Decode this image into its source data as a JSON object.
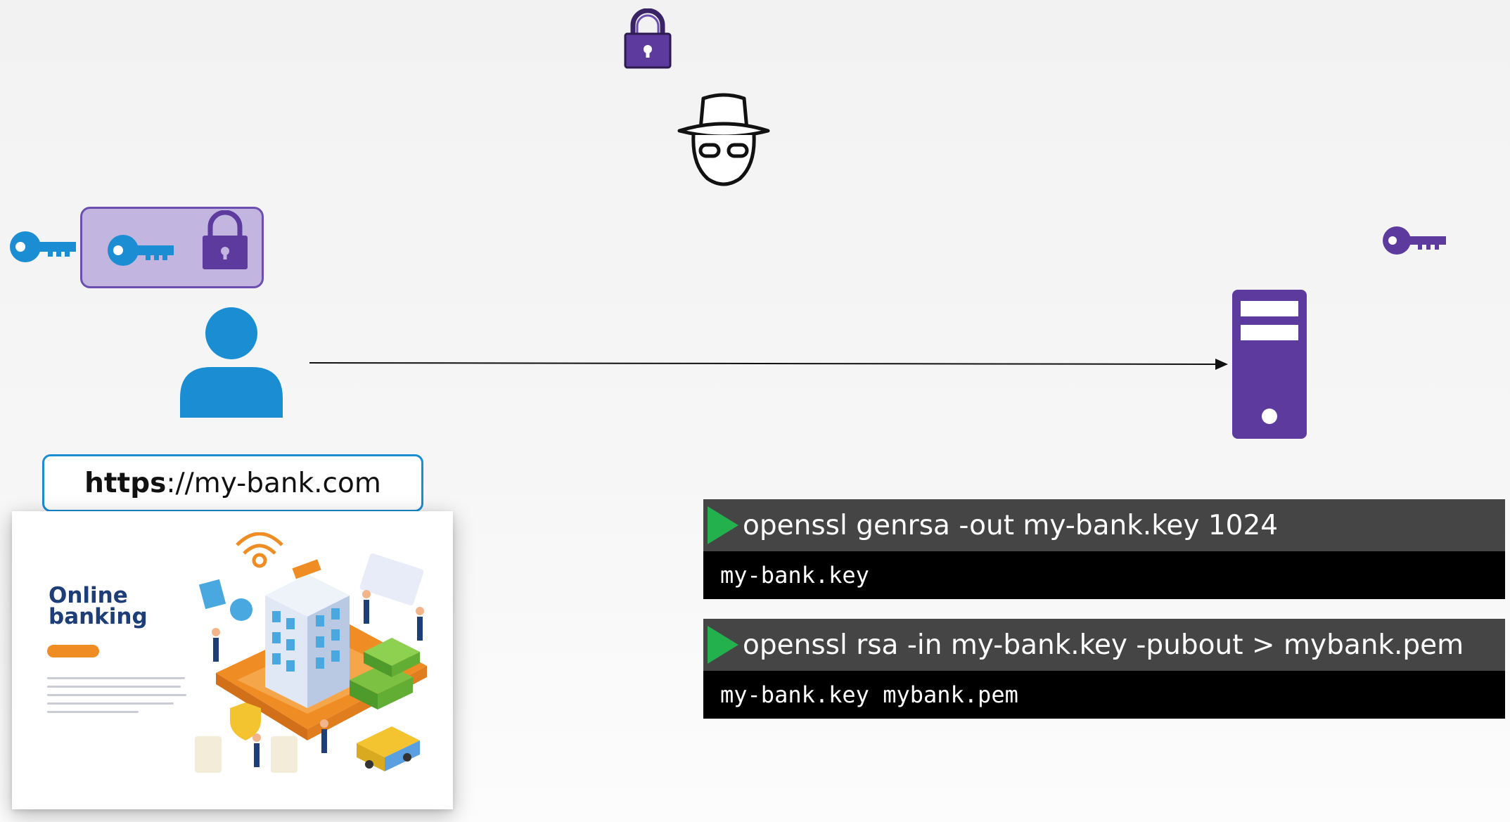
{
  "browser": {
    "url_protocol": "https",
    "url_rest": "://my-bank.com"
  },
  "website": {
    "title_line1": "Online",
    "title_line2": "banking"
  },
  "terminal": {
    "blocks": [
      {
        "command": "openssl genrsa -out my-bank.key 1024",
        "output": "my-bank.key"
      },
      {
        "command": "openssl rsa -in my-bank.key -pubout > mybank.pem",
        "output": "my-bank.key mybank.pem"
      }
    ]
  },
  "icons": {
    "top_lock": "padlock-icon",
    "hacker": "hacker-icon",
    "client_key": "key-icon",
    "client_bundle": "key-and-lock-bundle",
    "user": "user-icon",
    "server": "server-icon",
    "server_key": "key-icon"
  },
  "colors": {
    "blue": "#1a8dd3",
    "purple": "#5c3a9e",
    "bundle_fill": "#c2b6e0",
    "bundle_border": "#6a4fb0",
    "play_green": "#22b14c",
    "cmd_bg": "#454545",
    "out_bg": "#000000"
  }
}
